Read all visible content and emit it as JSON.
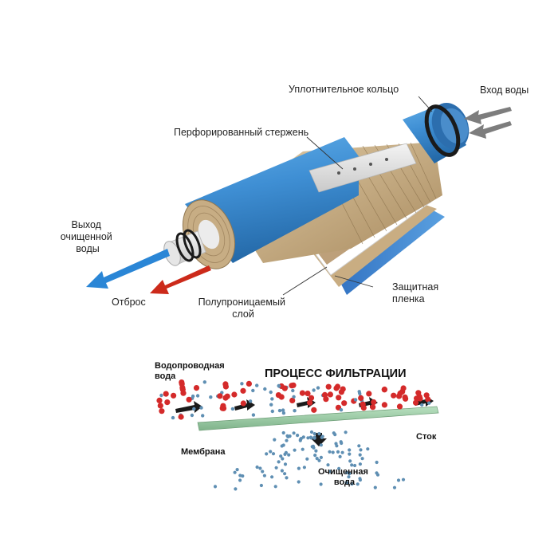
{
  "cartridge": {
    "labels": {
      "seal_ring": "Уплотнительное кольцо",
      "water_inlet": "Вход воды",
      "perforated_rod": "Перфорированный стержень",
      "clean_outlet": [
        "Выход",
        "очищенной",
        "воды"
      ],
      "reject": "Отброс",
      "semipermeable_layer": [
        "Полупроницаемый",
        "слой"
      ],
      "protective_film": [
        "Защитная",
        "пленка"
      ]
    },
    "colors": {
      "shell_blue": "#3f8fd4",
      "membrane_tan": "#c7ad84",
      "clean_arrow": "#2a86d6",
      "reject_arrow": "#cc2a1a",
      "inlet_arrow": "#7d7d7d"
    }
  },
  "filtration": {
    "title": "ПРОЦЕСС ФИЛЬТРАЦИИ",
    "labels": {
      "tap_water": [
        "Водопроводная",
        "вода"
      ],
      "drain": "Сток",
      "membrane": "Мембрана",
      "purified_water": [
        "Очищенная",
        "вода"
      ]
    },
    "colors": {
      "contaminant": "#d42a2a",
      "water_molecule": "#5f8fb3",
      "membrane_line": "#9fd0a8"
    }
  }
}
